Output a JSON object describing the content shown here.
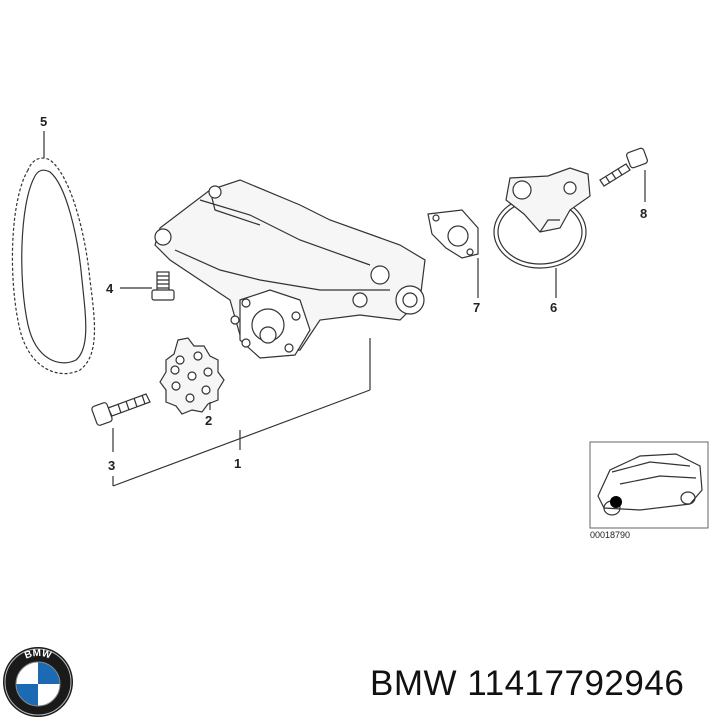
{
  "diagram": {
    "callouts": [
      {
        "label": "1",
        "part": "oil-pump-assembly"
      },
      {
        "label": "2",
        "part": "sprocket"
      },
      {
        "label": "3",
        "part": "bolt"
      },
      {
        "label": "4",
        "part": "bolt"
      },
      {
        "label": "5",
        "part": "chain"
      },
      {
        "label": "6",
        "part": "gasket-ring"
      },
      {
        "label": "7",
        "part": "gasket"
      },
      {
        "label": "8",
        "part": "bolt"
      }
    ],
    "reference_code": "00018790"
  },
  "logo": {
    "text": "BMW"
  },
  "caption": {
    "text": "BMW 11417792946"
  }
}
